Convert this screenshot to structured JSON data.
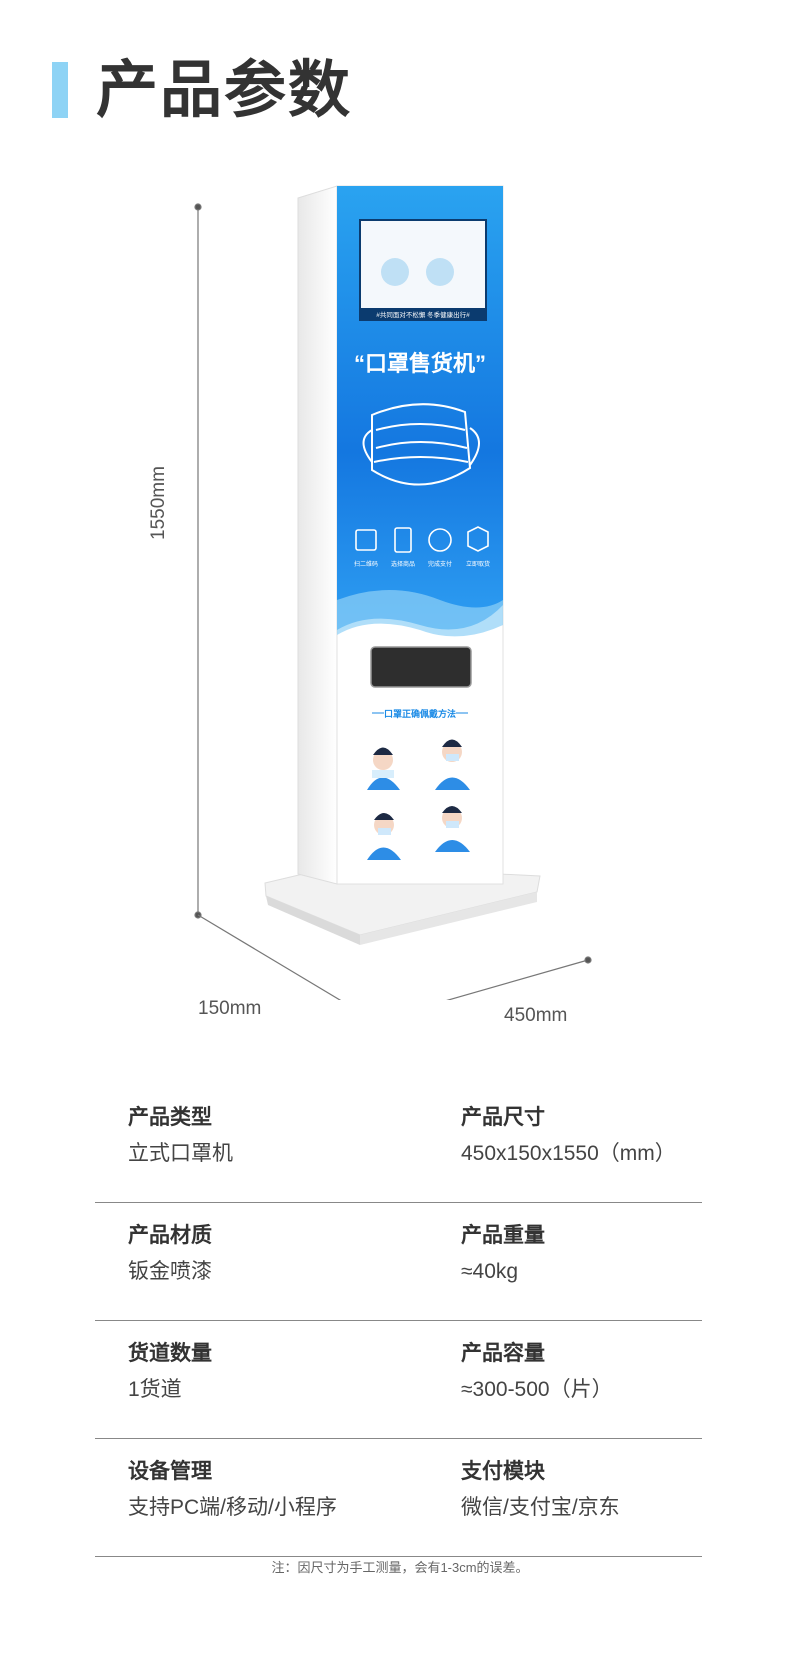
{
  "page_title": "产品参数",
  "machine": {
    "headline": "“口罩售货机”",
    "screen_tagline": "#共同面对不松懈 冬季健康出行#",
    "steps": [
      "扫二维码",
      "选择商品",
      "完成支付",
      "立即取货"
    ],
    "guide_title": "口罩正确佩戴方法"
  },
  "dimensions": {
    "height": "1550mm",
    "depth": "150mm",
    "width": "450mm"
  },
  "specs": [
    {
      "left": {
        "label": "产品类型",
        "value": "立式口罩机"
      },
      "right": {
        "label": "产品尺寸",
        "value": "450x150x1550（mm）"
      }
    },
    {
      "left": {
        "label": "产品材质",
        "value": "钣金喷漆"
      },
      "right": {
        "label": "产品重量",
        "value": "≈40kg"
      }
    },
    {
      "left": {
        "label": "货道数量",
        "value": "1货道"
      },
      "right": {
        "label": "产品容量",
        "value": "≈300-500（片）"
      }
    },
    {
      "left": {
        "label": "设备管理",
        "value": "支持PC端/移动/小程序"
      },
      "right": {
        "label": "支付模块",
        "value": "微信/支付宝/京东"
      }
    }
  ],
  "note": "注：因尺寸为手工测量，会有1-3cm的误差。",
  "colors": {
    "accent": "#8ed3f5",
    "panel_blue": "#1a8ae6"
  }
}
